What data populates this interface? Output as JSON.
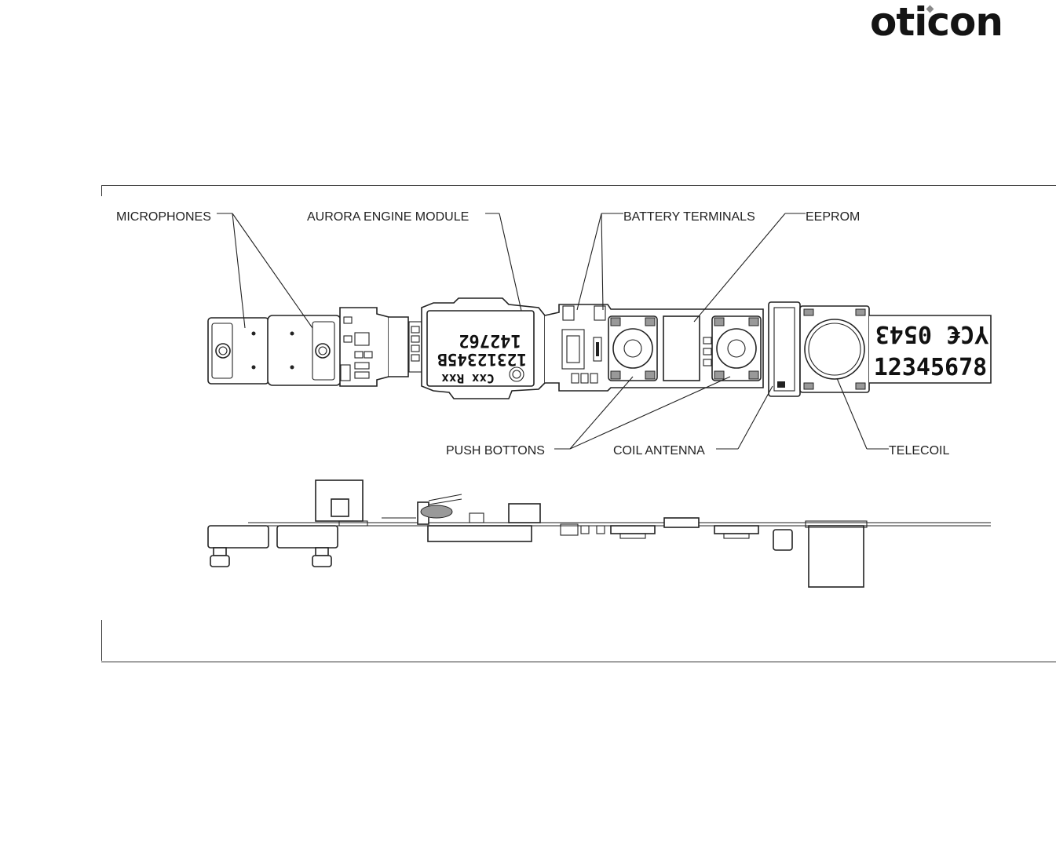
{
  "logo": {
    "text": "oticon"
  },
  "labels": {
    "microphones": "MICROPHONES",
    "aurora_engine_module": "AURORA ENGINE MODULE",
    "battery_terminals": "BATTERY TERMINALS",
    "eeprom": "EEPROM",
    "push_bottons": "PUSH BOTTONS",
    "coil_antenna": "COIL ANTENNA",
    "telecoil": "TELECOIL"
  },
  "chip_marking": {
    "line1": "142762",
    "line2": "12312345Β",
    "line3": "Cxx  Rxx"
  },
  "body_marking": {
    "top": "YC€ 0543",
    "bottom": "12345678"
  }
}
